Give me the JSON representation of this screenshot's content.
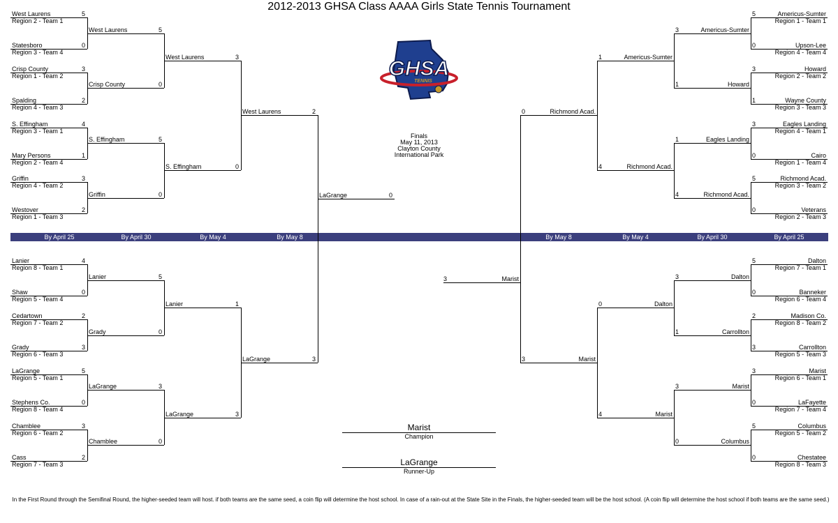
{
  "title": "2012-2013 GHSA Class AAAA Girls State Tennis Tournament",
  "logo": {
    "main": "GHSA",
    "sub": "TENNIS",
    "colors": {
      "blue": "#1f3f8f",
      "red": "#c8202b",
      "gold": "#c79a2a",
      "outline": "#0d1b4d"
    }
  },
  "finals": {
    "line1": "Finals",
    "line2": "May 11, 2013",
    "line3": "Clayton County",
    "line4": "International Park"
  },
  "band_labels": {
    "left": [
      "By April 25",
      "By April 30",
      "By May 4",
      "By May 8"
    ],
    "right": [
      "By May 8",
      "By May 4",
      "By April 30",
      "By April 25"
    ],
    "color": "#3b3f7d"
  },
  "left_r1": [
    {
      "name": "West Laurens",
      "seed": "Region 2 - Team 1",
      "score": "5"
    },
    {
      "name": "Statesboro",
      "seed": "Region 3 - Team 4",
      "score": "0"
    },
    {
      "name": "Crisp County",
      "seed": "Region 1 - Team 2",
      "score": "3"
    },
    {
      "name": "Spalding",
      "seed": "Region 4 - Team 3",
      "score": "2"
    },
    {
      "name": "S. Effingham",
      "seed": "Region 3 - Team 1",
      "score": "4"
    },
    {
      "name": "Mary Persons",
      "seed": "Region 2 - Team 4",
      "score": "1"
    },
    {
      "name": "Griffin",
      "seed": "Region 4 - Team 2",
      "score": "3"
    },
    {
      "name": "Westover",
      "seed": "Region 1 - Team 3",
      "score": "2"
    },
    {
      "name": "Lanier",
      "seed": "Region 8 - Team 1",
      "score": "4"
    },
    {
      "name": "Shaw",
      "seed": "Region 5 - Team 4",
      "score": "0"
    },
    {
      "name": "Cedartown",
      "seed": "Region 7 - Team 2",
      "score": "2"
    },
    {
      "name": "Grady",
      "seed": "Region 6 - Team 3",
      "score": "3"
    },
    {
      "name": "LaGrange",
      "seed": "Region 5 - Team 1",
      "score": "5"
    },
    {
      "name": "Stephens Co.",
      "seed": "Region 8 - Team 4",
      "score": "0"
    },
    {
      "name": "Chamblee",
      "seed": "Region 6 - Team 2",
      "score": "3"
    },
    {
      "name": "Cass",
      "seed": "Region 7 - Team 3",
      "score": "2"
    }
  ],
  "left_r2": [
    {
      "name": "West Laurens",
      "score": "5"
    },
    {
      "name": "Crisp County",
      "score": "0"
    },
    {
      "name": "S. Effingham",
      "score": "5"
    },
    {
      "name": "Griffin",
      "score": "0"
    },
    {
      "name": "Lanier",
      "score": "5"
    },
    {
      "name": "Grady",
      "score": "0"
    },
    {
      "name": "LaGrange",
      "score": "3"
    },
    {
      "name": "Chamblee",
      "score": "0"
    }
  ],
  "left_r3": [
    {
      "name": "West Laurens",
      "score": "3"
    },
    {
      "name": "S. Effingham",
      "score": "0"
    },
    {
      "name": "Lanier",
      "score": "1"
    },
    {
      "name": "LaGrange",
      "score": "3"
    }
  ],
  "left_r4": [
    {
      "name": "West Laurens",
      "score": "2"
    },
    {
      "name": "LaGrange",
      "score": "3"
    }
  ],
  "left_final": {
    "name": "LaGrange",
    "score": "0"
  },
  "right_r1": [
    {
      "name": "Americus-Sumter",
      "seed": "Region 1 - Team 1",
      "score": "5"
    },
    {
      "name": "Upson-Lee",
      "seed": "Region 4 - Team 4",
      "score": "0"
    },
    {
      "name": "Howard",
      "seed": "Region 2 - Team 2",
      "score": "3"
    },
    {
      "name": "Wayne County",
      "seed": "Region 3 - Team 3",
      "score": "1"
    },
    {
      "name": "Eagles Landing",
      "seed": "Region 4 - Team 1",
      "score": "3"
    },
    {
      "name": "Cairo",
      "seed": "Region 1 - Team 4",
      "score": "0"
    },
    {
      "name": "Richmond Acad.",
      "seed": "Region 3 - Team 2",
      "score": "5"
    },
    {
      "name": "Veterans",
      "seed": "Region 2 - Team 3",
      "score": "0"
    },
    {
      "name": "Dalton",
      "seed": "Region 7 - Team 1",
      "score": "5"
    },
    {
      "name": "Banneker",
      "seed": "Region 6 - Team 4",
      "score": "0"
    },
    {
      "name": "Madison Co.",
      "seed": "Region 8 - Team 2",
      "score": "2"
    },
    {
      "name": "Carrollton",
      "seed": "Region 5 - Team 3",
      "score": "3"
    },
    {
      "name": "Marist",
      "seed": "Region 6 - Team 1",
      "score": "3"
    },
    {
      "name": "LaFayette",
      "seed": "Region 7 - Team 4",
      "score": "0"
    },
    {
      "name": "Columbus",
      "seed": "Region 5 - Team 2",
      "score": "5"
    },
    {
      "name": "Chestatee",
      "seed": "Region 8 - Team 3",
      "score": "0"
    }
  ],
  "right_r2": [
    {
      "name": "Americus-Sumter",
      "score": "3"
    },
    {
      "name": "Howard",
      "score": "1"
    },
    {
      "name": "Eagles Landing",
      "score": "1"
    },
    {
      "name": "Richmond Acad.",
      "score": "4"
    },
    {
      "name": "Dalton",
      "score": "3"
    },
    {
      "name": "Carrollton",
      "score": "1"
    },
    {
      "name": "Marist",
      "score": "3"
    },
    {
      "name": "Columbus",
      "score": "0"
    }
  ],
  "right_r3": [
    {
      "name": "Americus-Sumter",
      "score": "1"
    },
    {
      "name": "Richmond Acad.",
      "score": "4"
    },
    {
      "name": "Dalton",
      "score": "0"
    },
    {
      "name": "Marist",
      "score": "4"
    }
  ],
  "right_r4": [
    {
      "name": "Richmond Acad.",
      "score": "0"
    },
    {
      "name": "Marist",
      "score": "3"
    }
  ],
  "right_final": {
    "name": "Marist",
    "score": "3"
  },
  "champion": {
    "name": "Marist",
    "label": "Champion"
  },
  "runner_up": {
    "name": "LaGrange",
    "label": "Runner-Up"
  },
  "footer": "In the First Round through the Semifinal Round, the higher-seeded team will host.  if both teams are the same seed, a coin flip will determine the host school.  In case of a rain-out at the State Site in the Finals, the higher-seeded team will be the host school. (A coin flip will determine the host school if both teams are the same seed.)"
}
